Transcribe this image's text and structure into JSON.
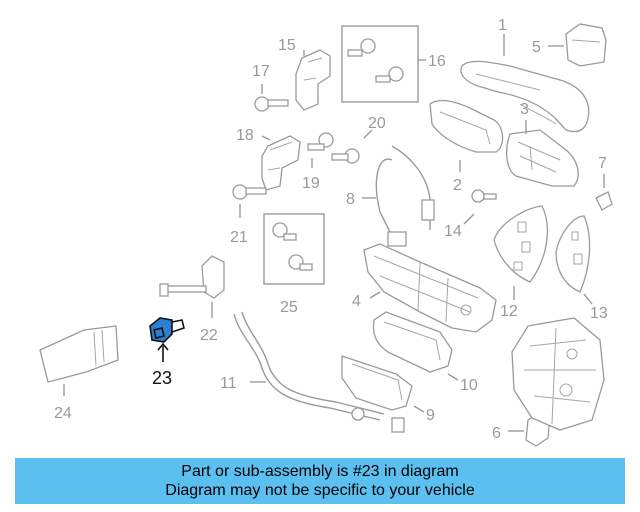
{
  "diagram": {
    "highlighted_part": "23",
    "callouts": [
      "1",
      "2",
      "3",
      "4",
      "5",
      "6",
      "7",
      "8",
      "9",
      "10",
      "11",
      "12",
      "13",
      "14",
      "15",
      "16",
      "17",
      "18",
      "19",
      "20",
      "21",
      "22",
      "23",
      "24",
      "25"
    ]
  },
  "banner": {
    "line1": "Part or sub-assembly is #23 in diagram",
    "line2": "Diagram may not be specific to your vehicle",
    "color": "#5bc0f0"
  }
}
